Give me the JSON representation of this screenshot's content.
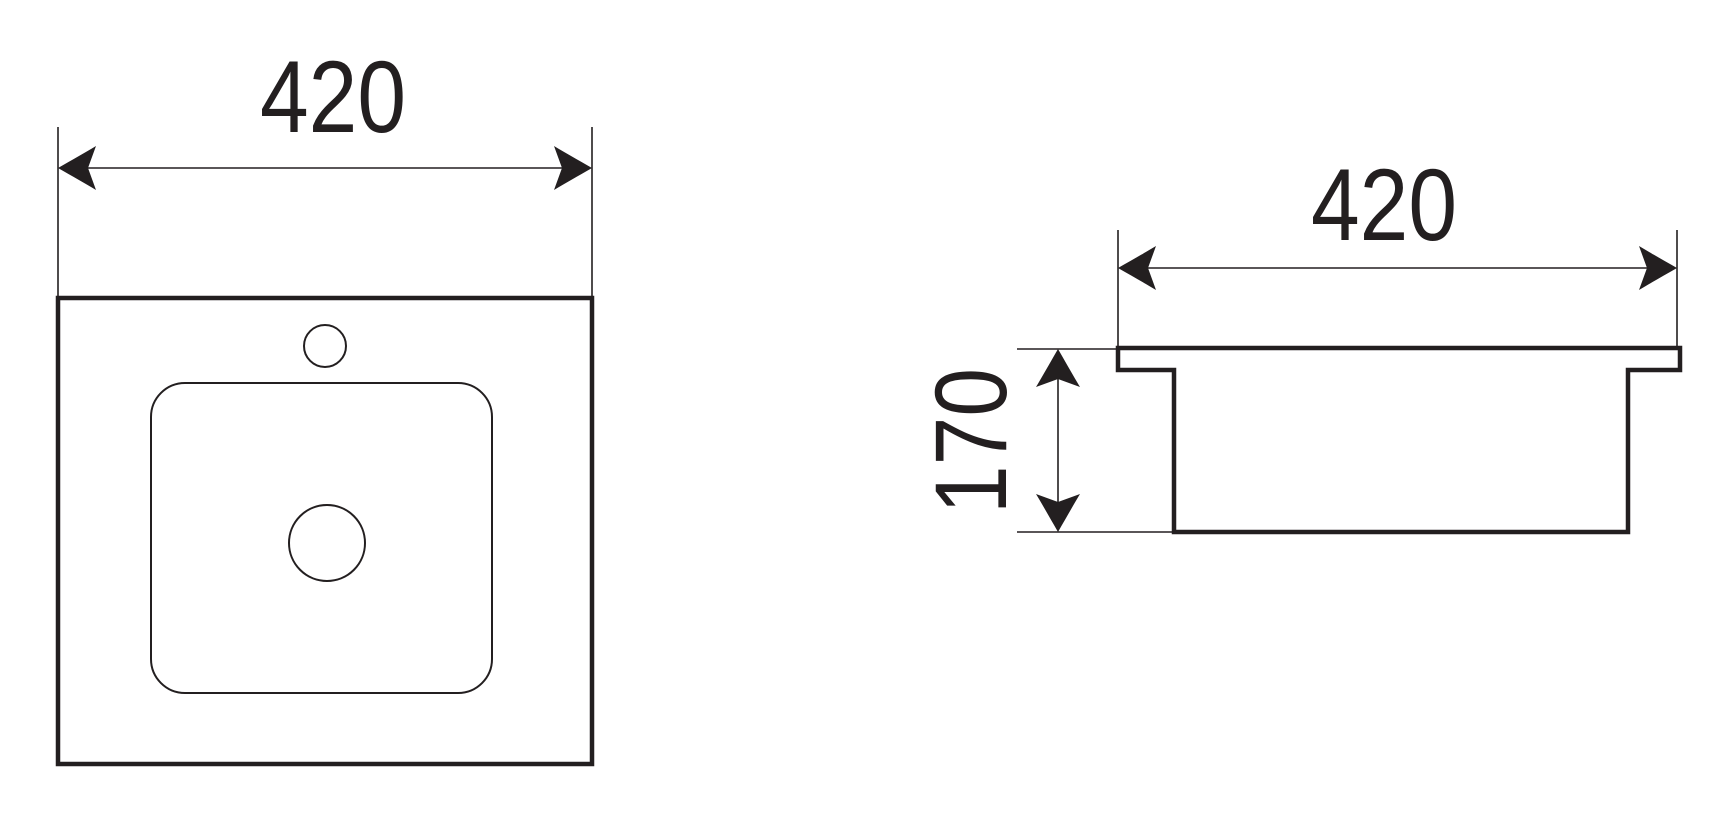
{
  "top_view": {
    "width_label": "420"
  },
  "side_view": {
    "width_label": "420",
    "height_label": "170"
  },
  "colors": {
    "line": "#231f20",
    "background": "#ffffff"
  }
}
